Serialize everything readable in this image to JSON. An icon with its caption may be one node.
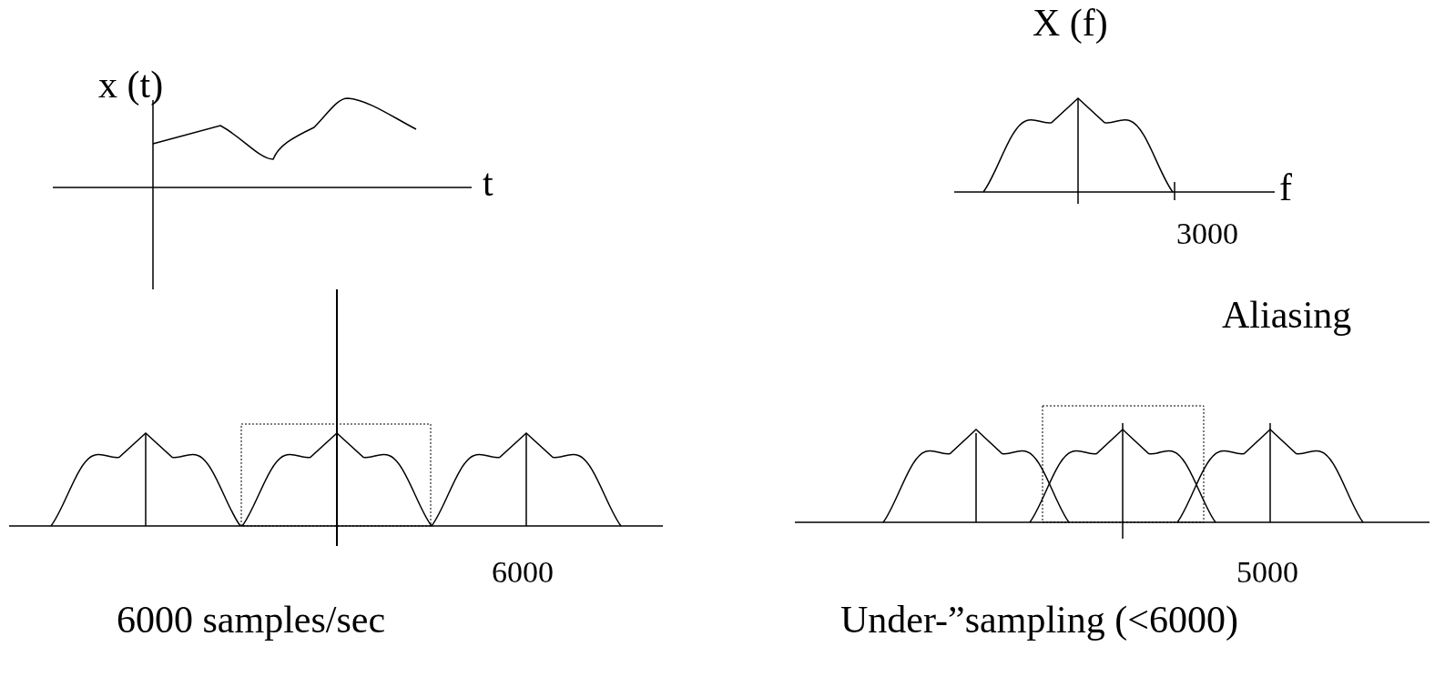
{
  "diagram": {
    "labels": [
      "x (t)",
      "X (f)",
      "t",
      "f",
      "3000",
      "Aliasing",
      "6000",
      "5000",
      "6000 samples/sec",
      "Under-”sampling (<6000)"
    ]
  }
}
